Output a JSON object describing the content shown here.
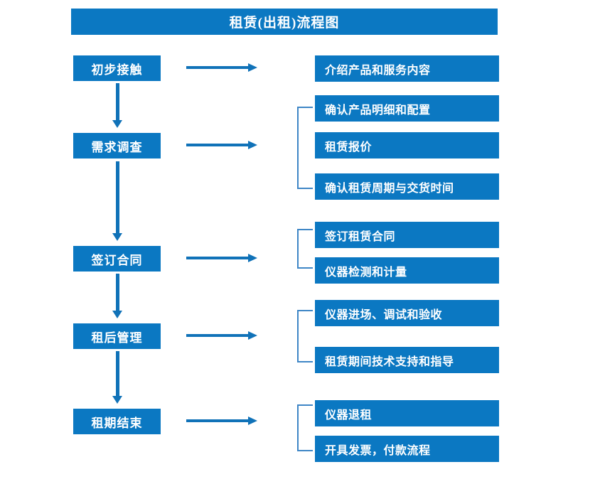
{
  "title": {
    "text": "租赁(出租)流程图"
  },
  "colors": {
    "primary_blue": "#0B78C2",
    "arrow_blue": "#1072B8",
    "bracket_blue": "#3E86C6",
    "background": "#ffffff",
    "text": "#ffffff"
  },
  "stages": [
    {
      "label": "初步接触"
    },
    {
      "label": "需求调查"
    },
    {
      "label": "签订合同"
    },
    {
      "label": "租后管理"
    },
    {
      "label": "租期结束"
    }
  ],
  "details": [
    {
      "label": "介绍产品和服务内容"
    },
    {
      "label": "确认产品明细和配置"
    },
    {
      "label": "租赁报价"
    },
    {
      "label": "确认租赁周期与交货时间"
    },
    {
      "label": "签订租赁合同"
    },
    {
      "label": "仪器检测和计量"
    },
    {
      "label": "仪器进场、调试和验收"
    },
    {
      "label": "租赁期间技术支持和指导"
    },
    {
      "label": "仪器退租"
    },
    {
      "label": "开具发票，付款流程"
    }
  ],
  "flow": {
    "stage_to_detail_arrow": "right-arrow",
    "stage_to_stage_arrow": "down-arrow",
    "group_bracket": "left-brace"
  }
}
